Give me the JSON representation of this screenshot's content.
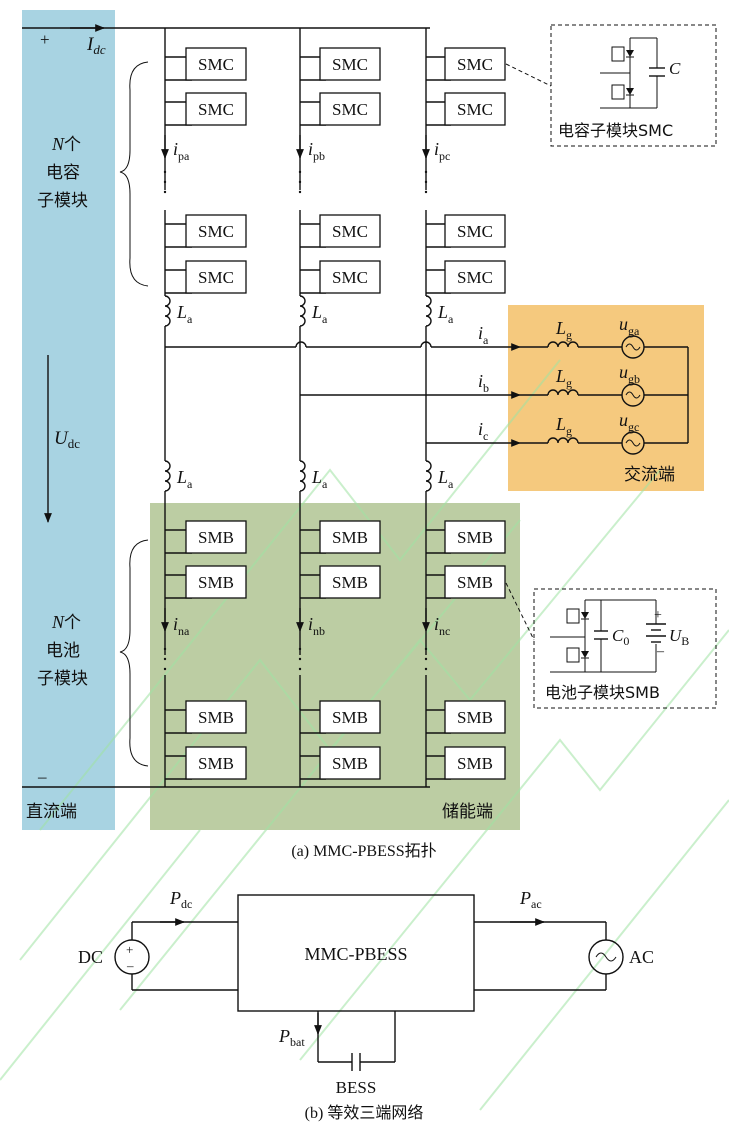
{
  "dc_side": {
    "plus": "+",
    "minus": "–",
    "current": "I",
    "current_sub": "dc",
    "voltage": "U",
    "voltage_sub": "dc",
    "label": "直流端",
    "upper_group_n": "N",
    "upper_group_lines": [
      "个",
      "电容",
      "子模块"
    ],
    "lower_group_n": "N",
    "lower_group_lines": [
      "个",
      "电池",
      "子模块"
    ]
  },
  "smc_label": "SMC",
  "smb_label": "SMB",
  "arm_inductor": "L",
  "arm_inductor_sub": "a",
  "upper_currents": [
    {
      "main": "i",
      "sub": "pa"
    },
    {
      "main": "i",
      "sub": "pb"
    },
    {
      "main": "i",
      "sub": "pc"
    }
  ],
  "lower_currents": [
    {
      "main": "i",
      "sub": "na"
    },
    {
      "main": "i",
      "sub": "nb"
    },
    {
      "main": "i",
      "sub": "nc"
    }
  ],
  "ac_side": {
    "label": "交流端",
    "grid_inductor": "L",
    "grid_inductor_sub": "g",
    "phase_currents": [
      {
        "main": "i",
        "sub": "a"
      },
      {
        "main": "i",
        "sub": "b"
      },
      {
        "main": "i",
        "sub": "c"
      }
    ],
    "phase_voltages": [
      {
        "main": "u",
        "sub": "ga"
      },
      {
        "main": "u",
        "sub": "gb"
      },
      {
        "main": "u",
        "sub": "gc"
      }
    ]
  },
  "storage_label": "储能端",
  "smc_detail": {
    "title": "电容子模块SMC",
    "cap": "C"
  },
  "smb_detail": {
    "title": "电池子模块SMB",
    "cap": "C",
    "cap_sub": "0",
    "battery": "U",
    "battery_sub": "B",
    "plus": "+",
    "minus": "–"
  },
  "caption_a": "(a) MMC-PBESS拓扑",
  "network": {
    "center_label": "MMC-PBESS",
    "dc_label": "DC",
    "ac_label": "AC",
    "p_dc": "P",
    "p_dc_sub": "dc",
    "p_ac": "P",
    "p_ac_sub": "ac",
    "p_bat": "P",
    "p_bat_sub": "bat",
    "bess_label": "BESS",
    "src_plus": "+",
    "src_minus": "–"
  },
  "caption_b": "(b) 等效三端网络",
  "colors": {
    "dc_band": "#a8d3e2",
    "ac_band": "#f5c97e",
    "storage_band": "#bccda3",
    "watermark": "#9fe3a3"
  }
}
